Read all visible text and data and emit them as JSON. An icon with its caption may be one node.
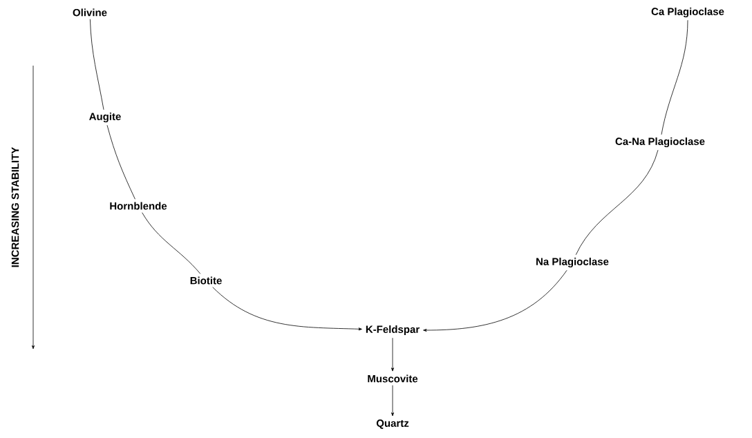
{
  "diagram": {
    "nodes": [
      {
        "text": [
          "Olivine"
        ]
      },
      {
        "text": [
          "Augite"
        ]
      },
      {
        "text": [
          "Hornblende"
        ]
      },
      {
        "text": [
          "Biotite"
        ]
      },
      {
        "text": [
          "Ca Plagioclase"
        ]
      },
      {
        "text": [
          "Ca-Na Plagioclase"
        ]
      },
      {
        "text": [
          "Na Plagioclase"
        ]
      },
      {
        "text": [
          "K-Feldspar"
        ]
      },
      {
        "text": [
          "Muscovite"
        ]
      },
      {
        "text": [
          "Quartz"
        ]
      }
    ],
    "edges": [
      {
        "from": 0,
        "to": 1,
        "arrow": "none"
      },
      {
        "from": 1,
        "to": 2,
        "arrow": "none"
      },
      {
        "from": 2,
        "to": 3,
        "arrow": "none"
      },
      {
        "from": 3,
        "to": 7,
        "arrow": "to"
      },
      {
        "from": 4,
        "to": 5,
        "arrow": "none"
      },
      {
        "from": 5,
        "to": 6,
        "arrow": "none"
      },
      {
        "from": 6,
        "to": 7,
        "arrow": "to"
      },
      {
        "from": 7,
        "to": 8,
        "arrow": "to"
      },
      {
        "from": 8,
        "to": 9,
        "arrow": "to"
      }
    ],
    "labels": [
      "INCREASING STABILITY"
    ]
  }
}
